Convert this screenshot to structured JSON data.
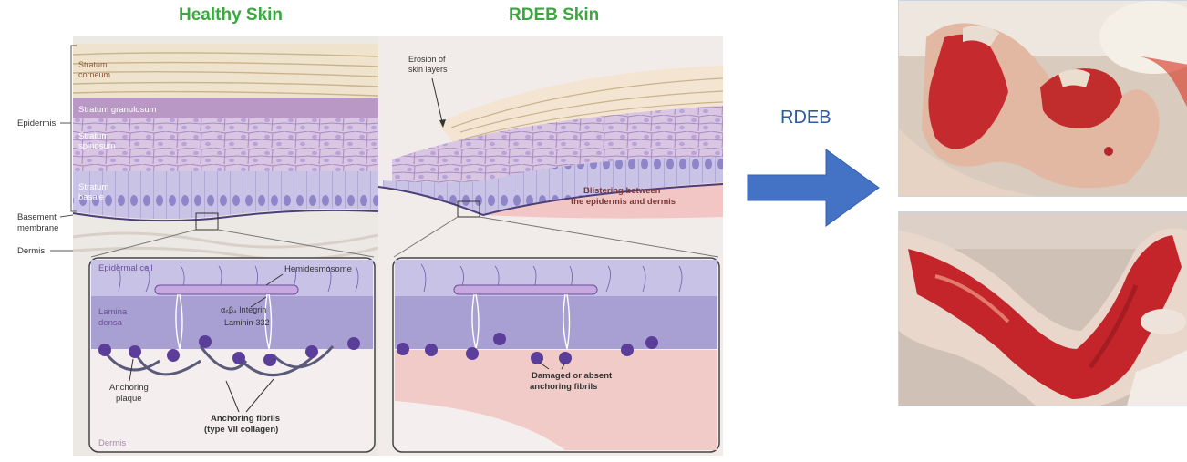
{
  "panels": {
    "healthy_title": "Healthy Skin",
    "rdeb_title": "RDEB Skin"
  },
  "labels": {
    "stratum_corneum": [
      "Stratum",
      "corneum"
    ],
    "stratum_granulosum": "Stratum granulosum",
    "stratum_spinosum": [
      "Stratum",
      "spinosum"
    ],
    "stratum_basale": [
      "Stratum",
      "basale"
    ],
    "epidermis": "Epidermis",
    "basement_membrane": [
      "Basement",
      "membrane"
    ],
    "dermis": "Dermis",
    "erosion": [
      "Erosion of",
      "skin layers"
    ],
    "blistering": [
      "Blistering between",
      "the epidermis and dermis"
    ],
    "epidermal_cell": "Epidermal cell",
    "hemidesmosome": "Hemidesmosome",
    "integrin": "α₆β₄ Integrin",
    "lamina_densa": [
      "Lamina",
      "densa"
    ],
    "laminin": "Laminin-332",
    "anchoring_plaque": [
      "Anchoring",
      "plaque"
    ],
    "anchoring_fibrils": [
      "Anchoring fibrils",
      "(type VII collagen)"
    ],
    "dermis_inset": "Dermis",
    "damaged_fibrils": [
      "Damaged or absent",
      "anchoring fibrils"
    ]
  },
  "arrow": {
    "label": "RDEB",
    "color": "#4472c4"
  },
  "photos": [
    "photo-rdeb-leg-lesion",
    "photo-rdeb-arm-lesion"
  ]
}
